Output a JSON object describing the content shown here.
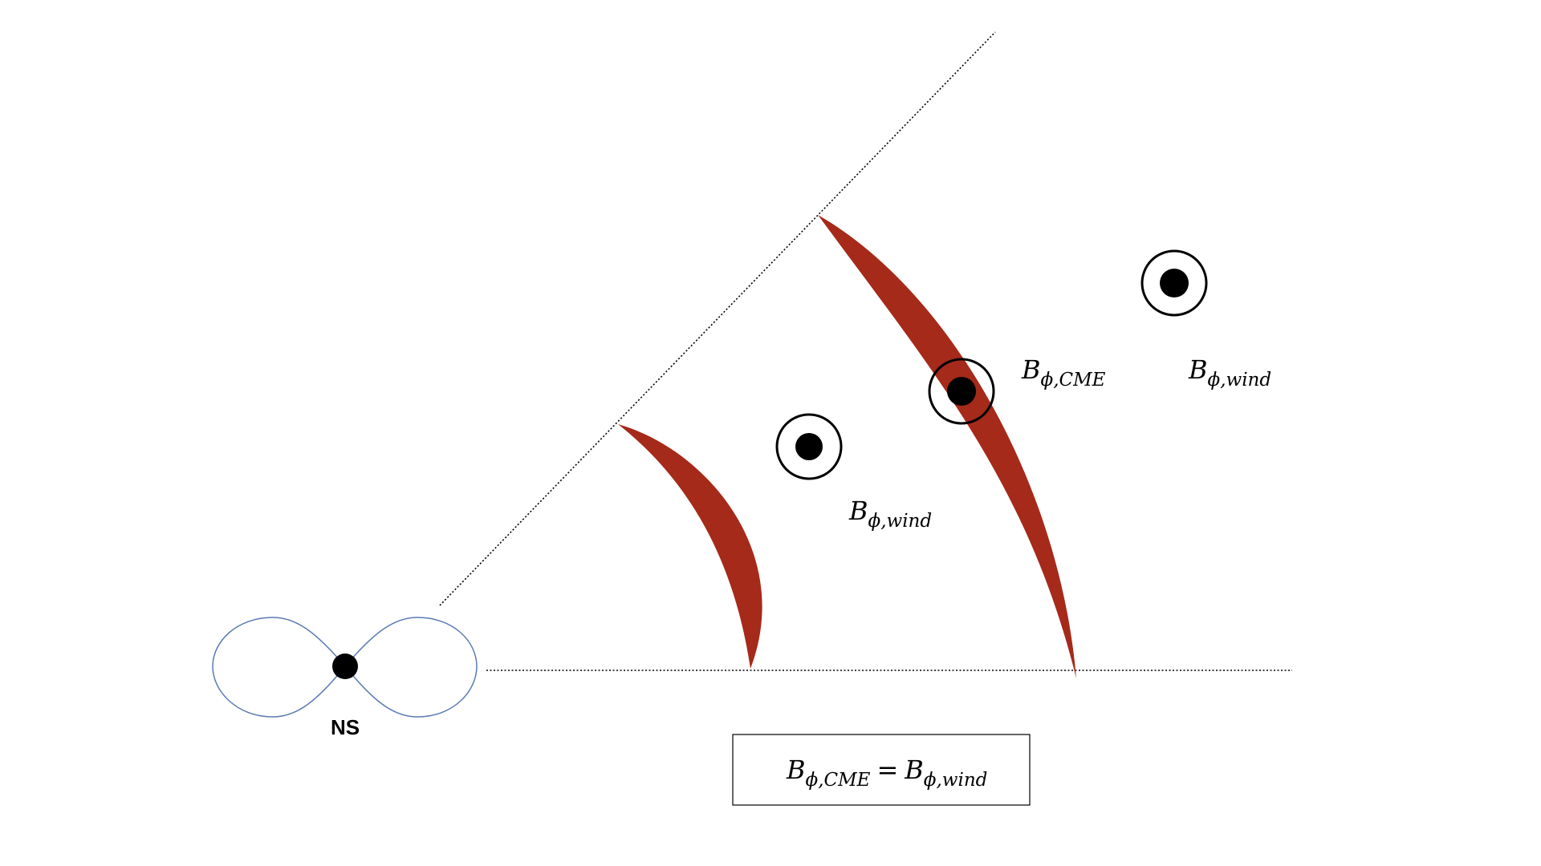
{
  "labels": {
    "ns": "NS",
    "symbol": "B",
    "sub_phi": "ϕ",
    "sub_comma": ",",
    "sub_cme": "CME",
    "sub_wind": "wind",
    "equals": "="
  },
  "colors": {
    "background": "#ffffff",
    "shell": "#a52a1a",
    "lobe_outline": "#5a7ab5",
    "ink": "#000000"
  },
  "icons": {
    "field_out_of_page": "dot-in-circle-icon",
    "neutron_star": "filled-dot-icon"
  }
}
